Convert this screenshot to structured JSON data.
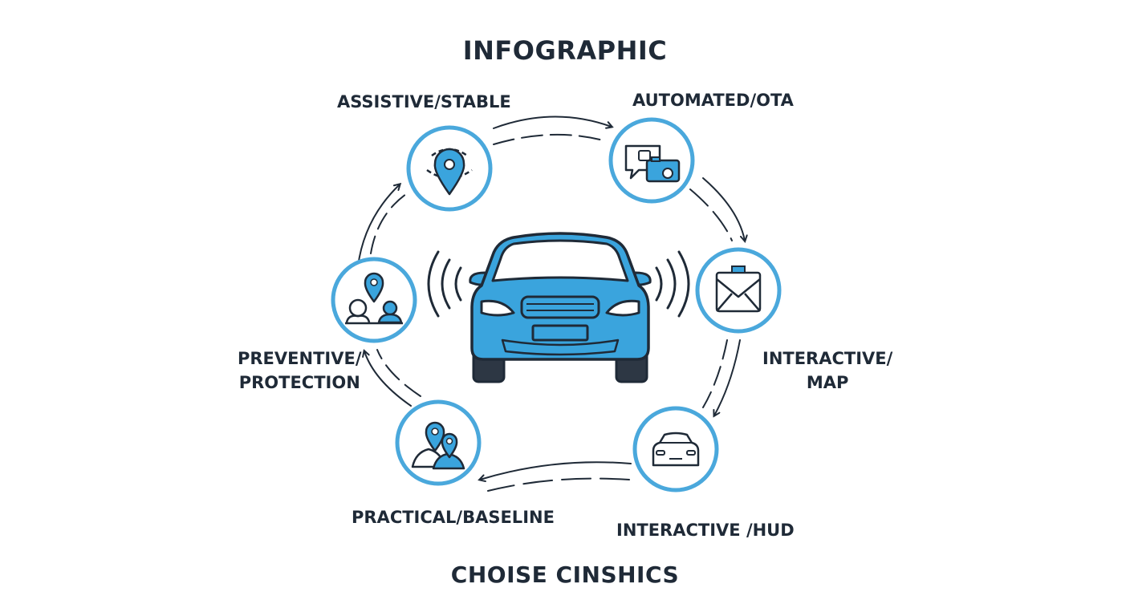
{
  "title": "INFOGRAPHIC",
  "footer": "CHOISE CINSHICS",
  "nodes": {
    "assistive": {
      "label": "ASSISTIVE/STABLE",
      "icon": "location-pin-icon"
    },
    "automated": {
      "label": "AUTOMATED/OTA",
      "icon": "chat-camera-icon"
    },
    "interactive_map": {
      "label_line1": "INTERACTIVE/",
      "label_line2": "MAP",
      "icon": "mail-envelope-icon"
    },
    "interactive_hud": {
      "label": "INTERACTIVE /HUD",
      "icon": "car-front-icon"
    },
    "practical": {
      "label": "PRACTICAL/BASELINE",
      "icon": "people-pins-icon"
    },
    "preventive": {
      "label_line1": "PREVENTIVE/",
      "label_line2": "PROTECTION",
      "icon": "group-pin-icon"
    }
  },
  "center": {
    "icon": "car-front-wireless-icon"
  },
  "colors": {
    "accent": "#4aa8dc",
    "car_blue": "#3aa4dd",
    "outline": "#1f2a37"
  }
}
